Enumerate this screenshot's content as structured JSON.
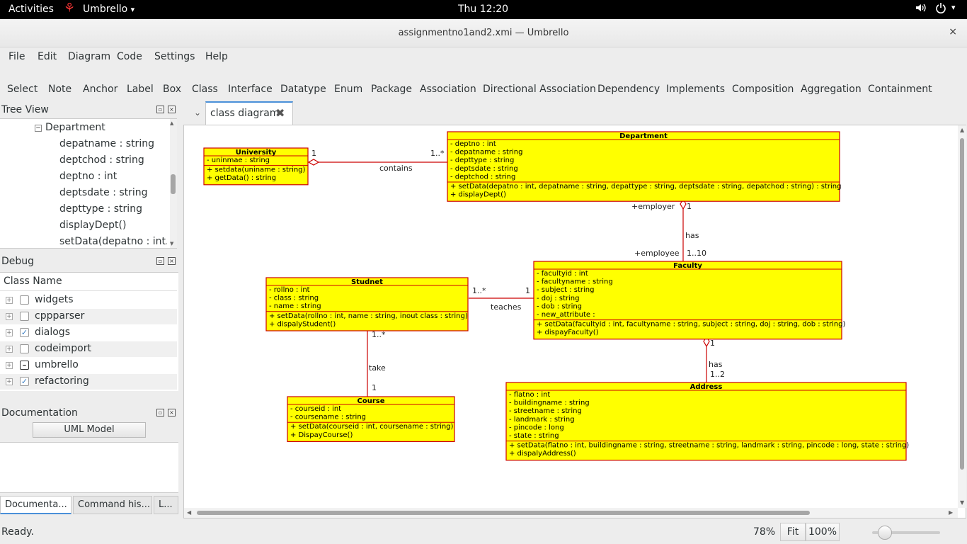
{
  "topbar": {
    "activities": "Activities",
    "app_name": "Umbrello",
    "app_menu_arrow": "▾",
    "clock": "Thu 12:20"
  },
  "window": {
    "title": "assignmentno1and2.xmi — Umbrello",
    "close": "×"
  },
  "menubar": [
    "File",
    "Edit",
    "Diagram",
    "Code",
    "Settings",
    "Help"
  ],
  "toolbar": [
    "Select",
    "Note",
    "Anchor",
    "Label",
    "Box",
    "Class",
    "Interface",
    "Datatype",
    "Enum",
    "Package",
    "Association",
    "Directional Association",
    "Dependency",
    "Implements",
    "Composition",
    "Aggregation",
    "Containment"
  ],
  "tree_view": {
    "title": "Tree View",
    "parent": "Department",
    "items": [
      "depatname : string",
      "deptchod : string",
      "deptno : int",
      "deptsdate : string",
      "depttype : string",
      "displayDept()",
      "setData(depatno : int..."
    ]
  },
  "debug": {
    "title": "Debug",
    "column": "Class Name",
    "rows": [
      {
        "label": "widgets",
        "check": ""
      },
      {
        "label": "cppparser",
        "check": ""
      },
      {
        "label": "dialogs",
        "check": "✓"
      },
      {
        "label": "codeimport",
        "check": ""
      },
      {
        "label": "umbrello",
        "check": "–"
      },
      {
        "label": "refactoring",
        "check": "✓"
      }
    ]
  },
  "documentation": {
    "title": "Documentation",
    "button": "UML Model",
    "tabs": [
      "Documenta...",
      "Command his...",
      "L..."
    ]
  },
  "diagram_tab": {
    "label": "class diagram",
    "chevron": "⌄"
  },
  "diagram": {
    "classes": [
      {
        "name": "University",
        "attributes": [
          "- uninmae : string"
        ],
        "operations": [
          "+ setdata(uniname : string)",
          "+ getData() : string"
        ]
      },
      {
        "name": "Department",
        "attributes": [
          "- deptno : int",
          "- depatname : string",
          "- depttype : string",
          "- deptsdate : string",
          "- deptchod : string"
        ],
        "operations": [
          "+ setData(depatno : int, depatname : string, depattype : string, deptsdate : string, depatchod : string) : string",
          "+ displayDept()"
        ]
      },
      {
        "name": "Studnet",
        "attributes": [
          "- rollno : int",
          "- class : string",
          "- name : string"
        ],
        "operations": [
          "+ setData(rollno : int, name : string, inout class : string)",
          "+ dispalyStudent()"
        ]
      },
      {
        "name": "Faculty",
        "attributes": [
          "- facultyid : int",
          "- facultyname : string",
          "- subject : string",
          "- doj : string",
          "- dob : string",
          "- new_attribute :"
        ],
        "operations": [
          "+ setData(facultyid : int, facultyname : string, subject : string, doj : string, dob : string)",
          "+ dispayFaculty()"
        ]
      },
      {
        "name": "Course",
        "attributes": [
          "- courseid : int",
          "- coursename : string"
        ],
        "operations": [
          "+ setData(courseid : int, coursename : string)",
          "+ DispayCourse()"
        ]
      },
      {
        "name": "Address",
        "attributes": [
          "- flatno : int",
          "- buildingname : string",
          "- streetname : string",
          "- landmark : string",
          "- pincode : long",
          "- state : string"
        ],
        "operations": [
          "+ setData(flatno : int, buildingname : string, streetname : string, landmark : string, pincode : long, state : string)",
          "+ dispalyAddress()"
        ]
      }
    ],
    "associations": {
      "contains": {
        "name": "contains",
        "m1": "1",
        "m2": "1..*"
      },
      "has_dept": {
        "name": "has",
        "role1": "+employer",
        "role2": "+employee",
        "m1": "1",
        "m2": "1..10"
      },
      "teaches": {
        "name": "teaches",
        "m1": "1..*",
        "m2": "1"
      },
      "take": {
        "name": "take",
        "m1": "1..*",
        "m2": "1"
      },
      "has_addr": {
        "name": "has",
        "m1": "1",
        "m2": "1..2"
      }
    }
  },
  "status": {
    "text": "Ready.",
    "zoom": "78%",
    "fit": "Fit",
    "full": "100%"
  },
  "colors": {
    "class_fill": "#ffff00",
    "class_border": "#cc0000",
    "accent": "#4a90d9"
  }
}
